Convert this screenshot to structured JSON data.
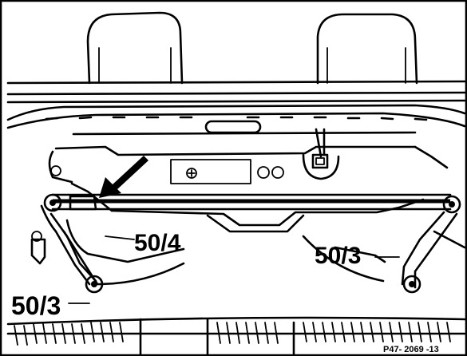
{
  "figure": {
    "callouts": {
      "tie_rod_center": "50/4",
      "right_arm": "50/3",
      "left_arm": "50/3"
    },
    "figure_code": "P47- 2069 -13"
  },
  "colors": {
    "ink": "#000000",
    "paper": "#ffffff"
  },
  "icons": {
    "pointer": "arrow-icon",
    "pivot": "pivot-bolt-icon"
  }
}
